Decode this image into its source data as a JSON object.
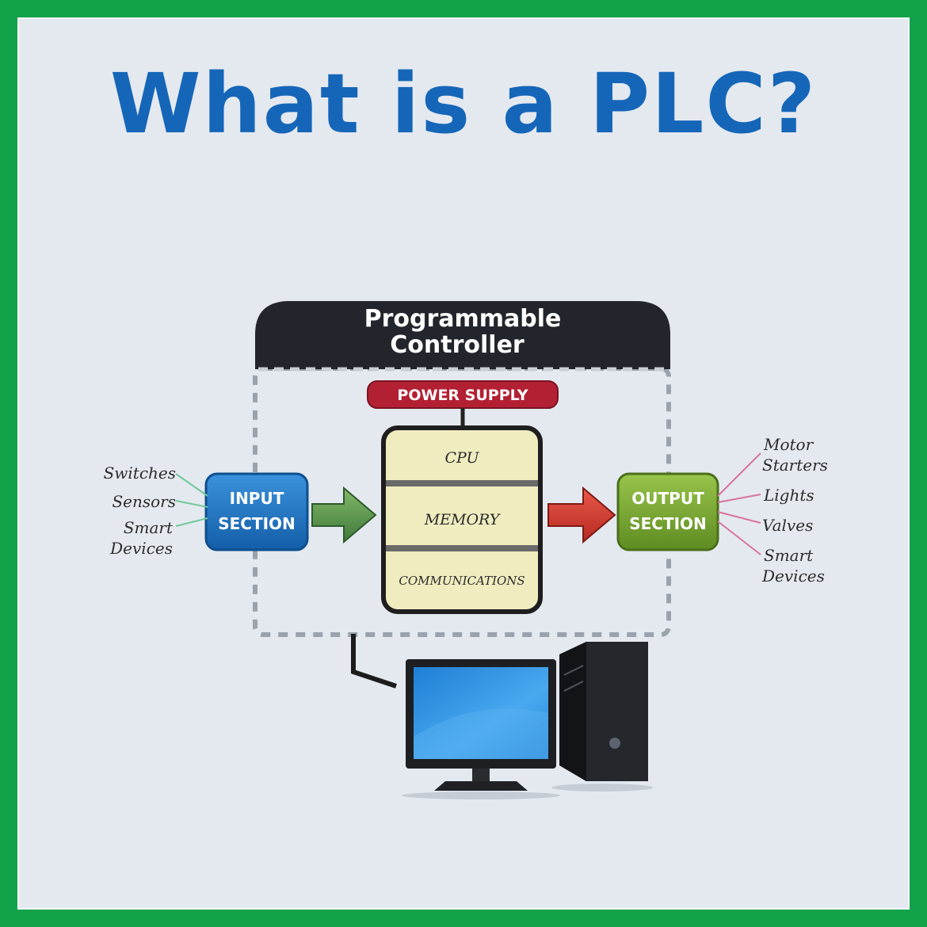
{
  "title": "What is a PLC?",
  "controller": {
    "header_line1": "Programmable",
    "header_line2": "Controller",
    "power_supply": "POWER SUPPLY",
    "cpu": "CPU",
    "memory": "MEMORY",
    "communications": "COMMUNICATIONS"
  },
  "input_section": {
    "line1": "INPUT",
    "line2": "SECTION"
  },
  "output_section": {
    "line1": "OUTPUT",
    "line2": "SECTION"
  },
  "inputs": {
    "switches": "Switches",
    "sensors": "Sensors",
    "smart_line1": "Smart",
    "smart_line2": "Devices"
  },
  "outputs": {
    "motor_line1": "Motor",
    "motor_line2": "Starters",
    "lights": "Lights",
    "valves": "Valves",
    "smart_line1": "Smart",
    "smart_line2": "Devices"
  },
  "colors": {
    "border": "#12a24a",
    "title": "#1566b8",
    "input": "#1a72c4",
    "output": "#7aaa32",
    "power": "#b32034",
    "cpu_fill": "#efecbf",
    "header": "#22262c"
  },
  "icons": [
    "arrow-right-icon",
    "computer-icon"
  ]
}
